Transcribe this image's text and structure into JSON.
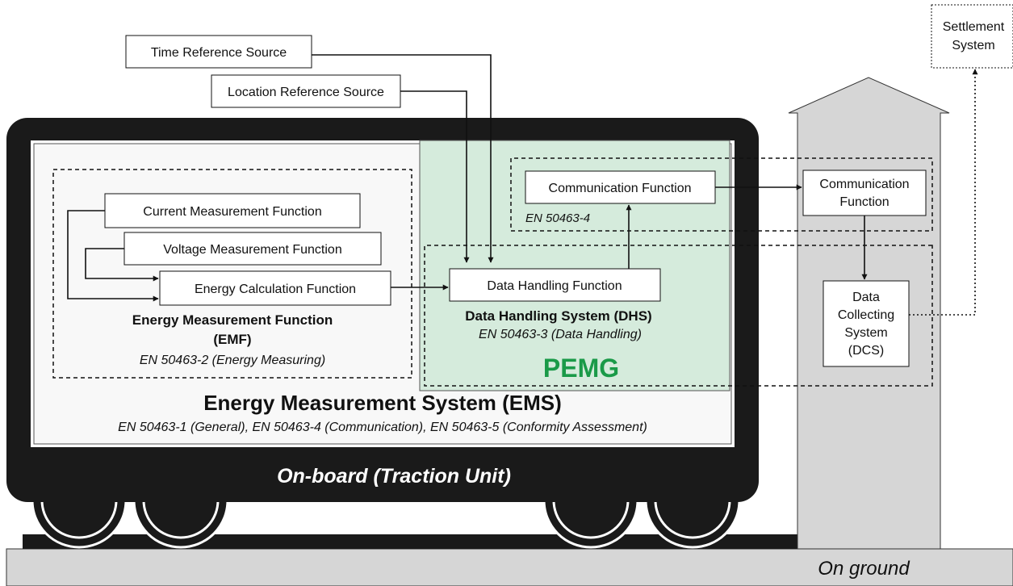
{
  "labels": {
    "time_ref": "Time Reference Source",
    "location_ref": "Location Reference Source",
    "settlement_line1": "Settlement",
    "settlement_line2": "System",
    "current_meas": "Current Measurement Function",
    "voltage_meas": "Voltage Measurement Function",
    "energy_calc": "Energy Calculation Function",
    "emf_line1": "Energy Measurement Function",
    "emf_line2": "(EMF)",
    "emf_std": "EN 50463-2 (Energy Measuring)",
    "data_handling": "Data Handling Function",
    "dhs_title": "Data Handling System (DHS)",
    "dhs_std": "EN 50463-3 (Data Handling)",
    "pemg": "PEMG",
    "comm_onboard": "Communication Function",
    "comm_std": "EN 50463-4",
    "comm_ground_line1": "Communication",
    "comm_ground_line2": "Function",
    "dcs_line1": "Data",
    "dcs_line2": "Collecting",
    "dcs_line3": "System",
    "dcs_line4": "(DCS)",
    "ems_title": "Energy Measurement System (EMS)",
    "ems_std": "EN 50463-1 (General),  EN 50463-4 (Communication),  EN 50463-5 (Conformity Assessment)",
    "onboard": "On-board (Traction Unit)",
    "onground": "On ground"
  },
  "colors": {
    "train_body": "#1a1a1a",
    "pemg_fill": "#d5ebdc",
    "pemg_text": "#1a9a48",
    "ground_fill": "#d6d6d6",
    "building_fill": "#d6d6d6"
  }
}
